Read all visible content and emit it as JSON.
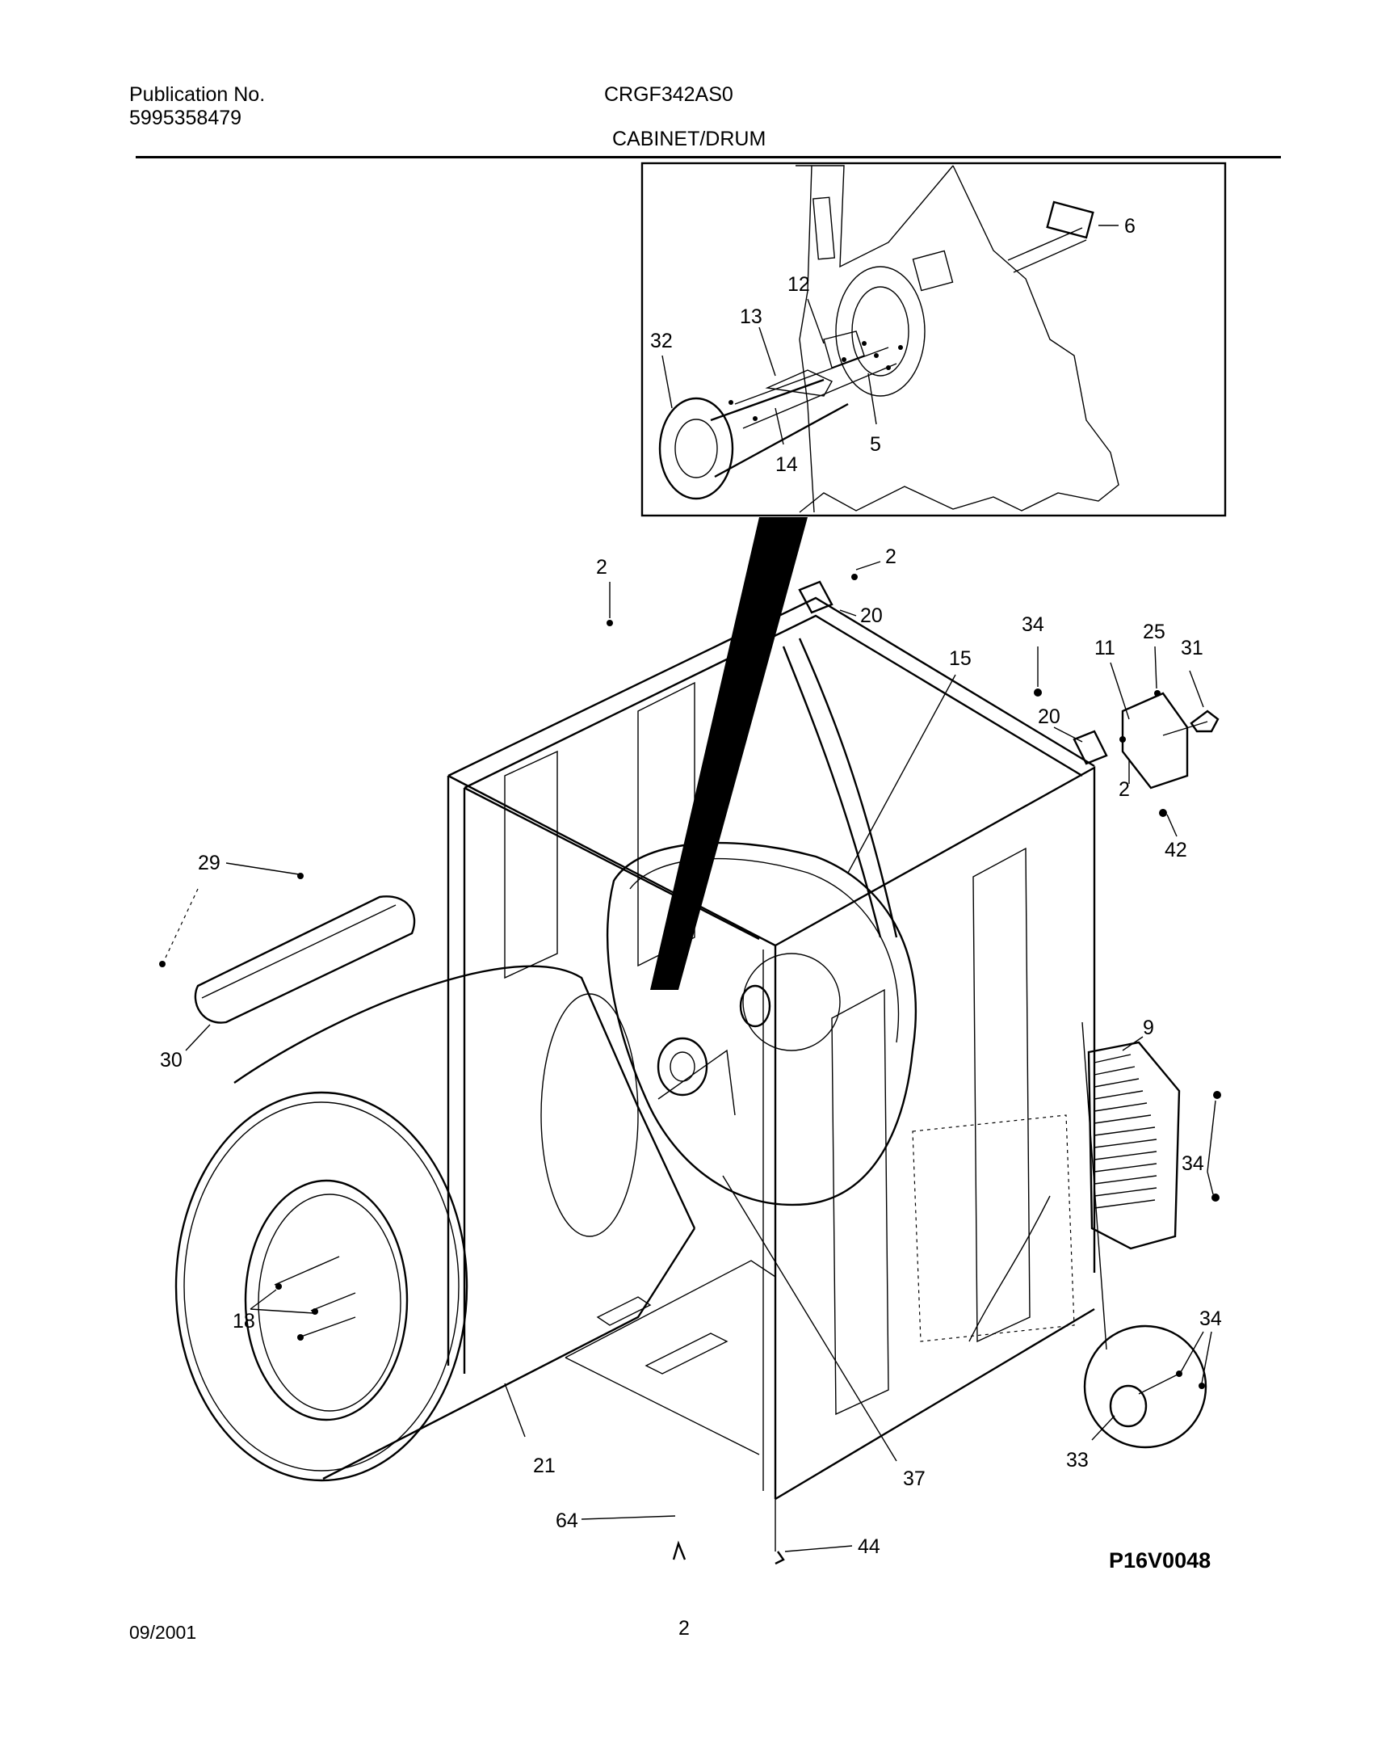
{
  "header": {
    "publication_label": "Publication No.",
    "publication_number": "5995358479",
    "model": "CRGF342AS0",
    "section": "CABINET/DRUM"
  },
  "diagram": {
    "code": "P16V0048",
    "inset_callouts": [
      "6",
      "12",
      "13",
      "32",
      "5",
      "14"
    ],
    "callouts": [
      "2",
      "2",
      "20",
      "34",
      "15",
      "11",
      "25",
      "31",
      "20",
      "2",
      "42",
      "29",
      "30",
      "9",
      "34",
      "18",
      "34",
      "21",
      "33",
      "37",
      "64",
      "44"
    ]
  },
  "footer": {
    "date": "09/2001",
    "page": "2"
  }
}
